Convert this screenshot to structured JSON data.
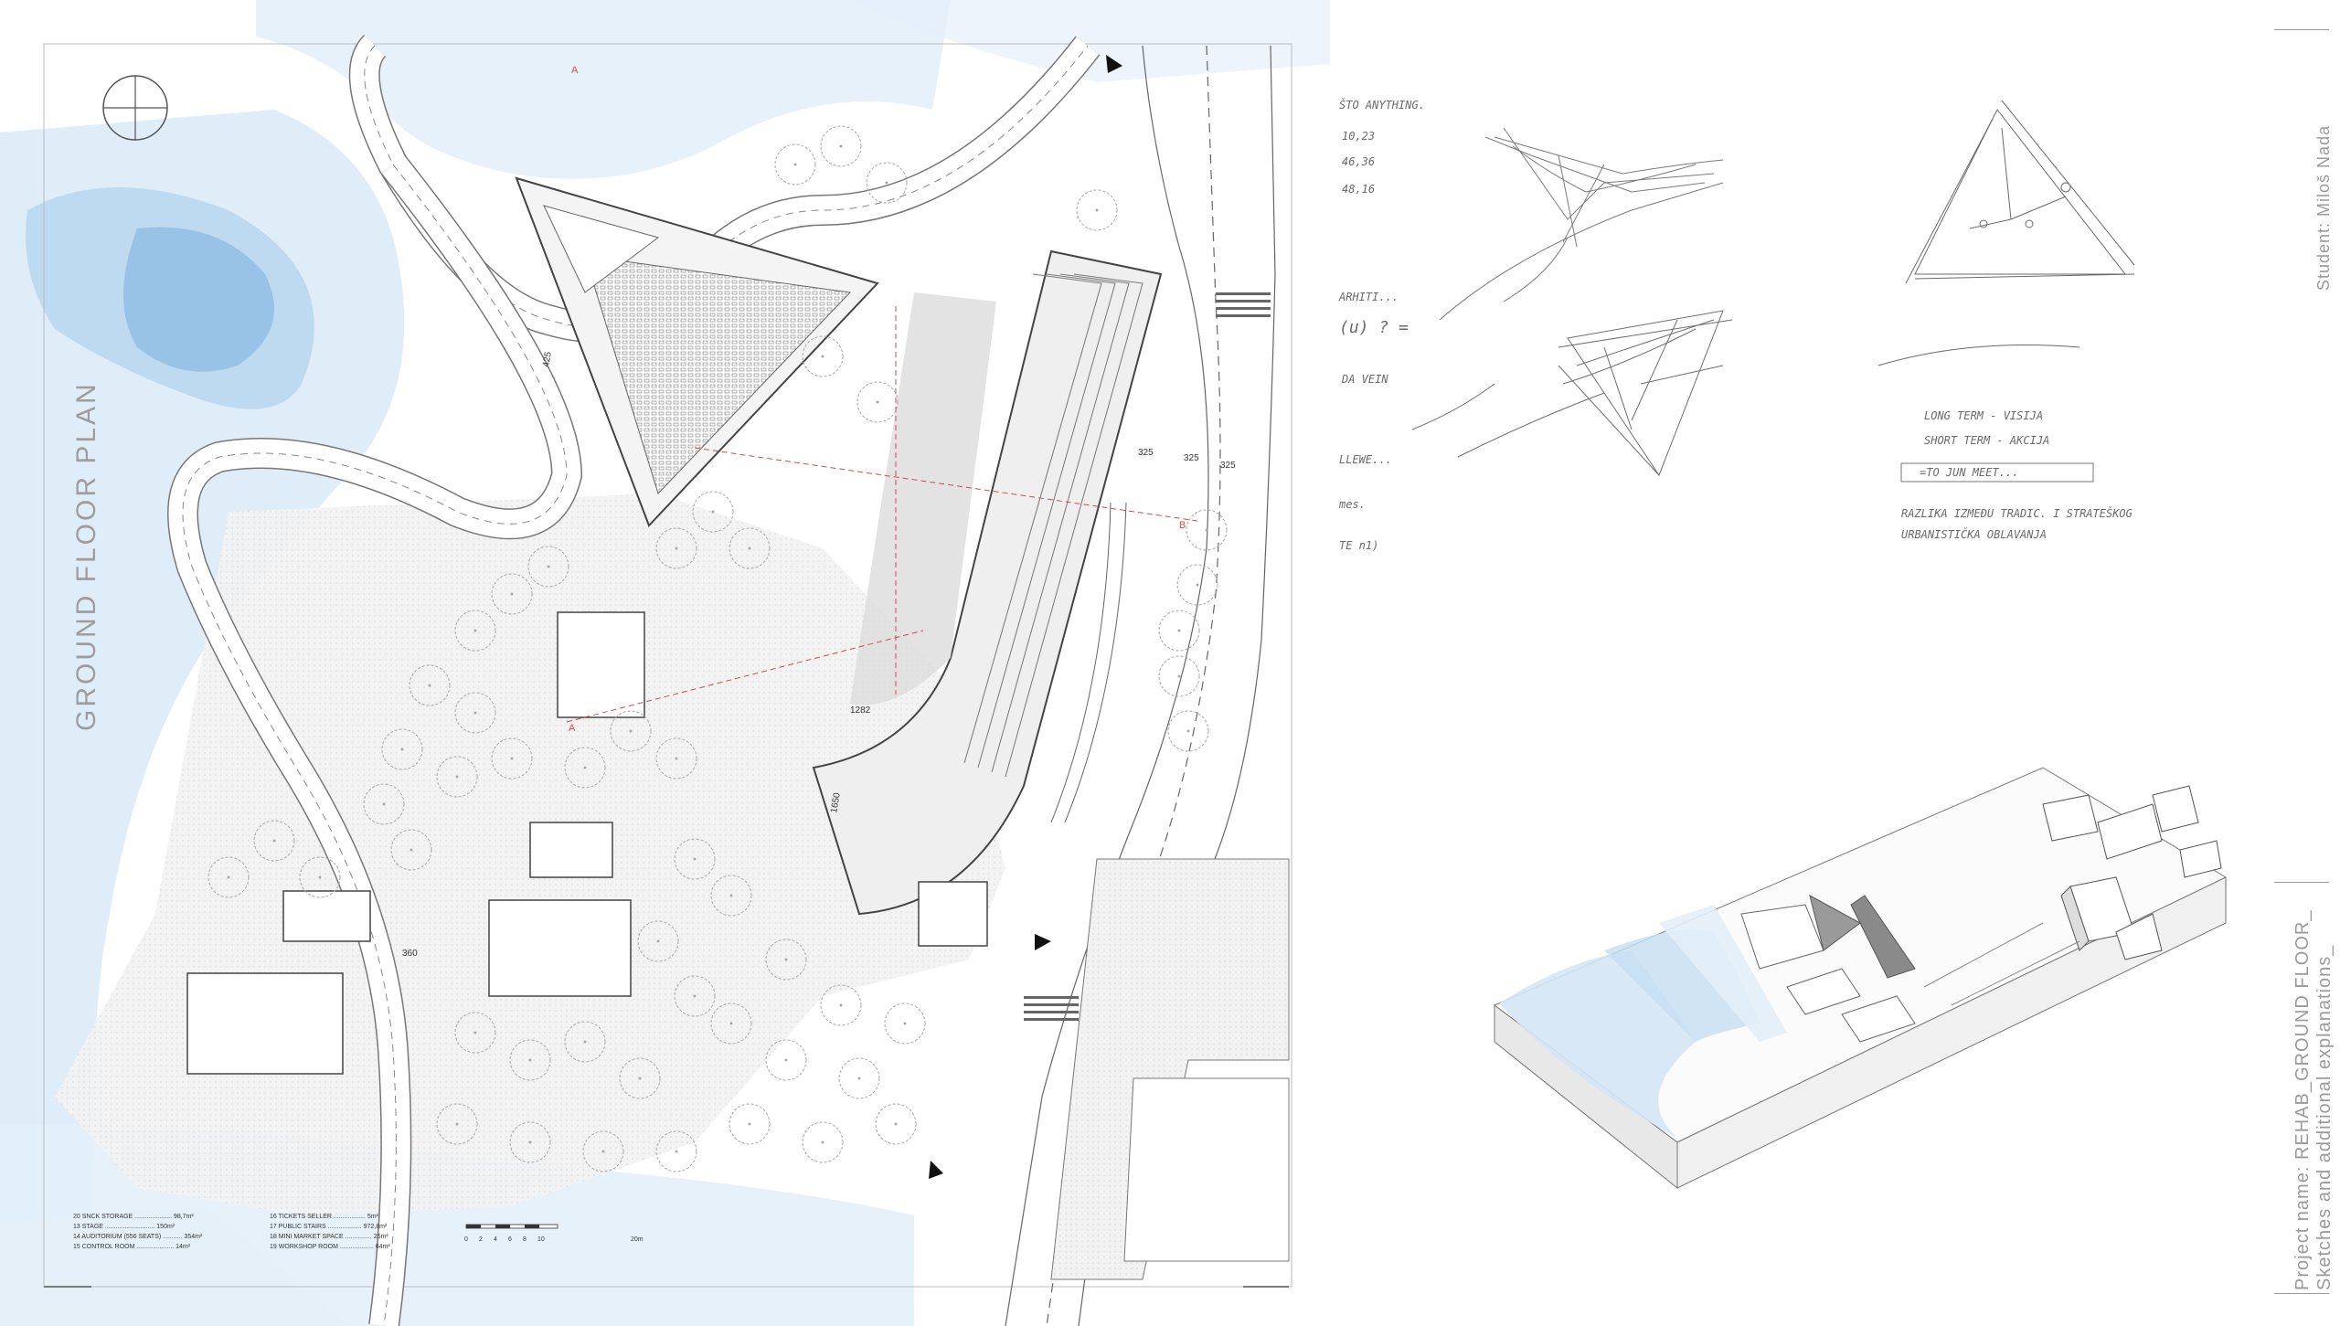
{
  "plan": {
    "title": "GROUND FLOOR PLAN",
    "legend_left": [
      "20 SNCK STORAGE ..................... 98,7m²",
      "13 STAGE ............................ 150m²",
      "14 AUDITORIUM (556 SEATS) ........... 354m²",
      "15 CONTROL ROOM ..................... 14m²"
    ],
    "legend_right": [
      "16 TICKETS SELLER .................. 5m²",
      "17 PUBLIC STAIRS ................... 972,8m²",
      "18 MINI MARKET SPACE ............... 25m²",
      "19 WORKSHOP ROOM ................... 64m²"
    ],
    "scale_ticks": [
      "0",
      "2",
      "4",
      "6",
      "8",
      "10",
      "20m"
    ],
    "dimension_labels": [
      "1282",
      "1650",
      "360",
      "425",
      "325",
      "325",
      "325"
    ],
    "section_marks": [
      "A",
      "A",
      "B"
    ]
  },
  "sketches": {
    "notes_left": [
      "ŠTO ANYTHING.",
      "10,23",
      "46,36",
      "48,16",
      "ARHITI...",
      "(u) ? =",
      "DA VEIN",
      "LLEWE...",
      "mes.",
      "TE n1)"
    ],
    "notes_right": [
      "LONG TERM - VISIJA",
      "SHORT TERM - AKCIJA",
      "=TO JUN MEET...",
      "RAZLIKA IZMEĐU TRADIC. I STRATEŠKOG",
      "URBANISTIČKA OBLAVANJA"
    ]
  },
  "sidebar": {
    "student": "Student: Miloš Nada",
    "project_name": "Project name: REHAB_GROUND FLOOR_",
    "project_sub": "Sketches and additional explanations_"
  },
  "colors": {
    "water_light": "#dcebf7",
    "water_mid": "#b9d6ee",
    "water_deep": "#8fbde3",
    "linework": "#555555",
    "tree": "#9a9a9a",
    "red_line": "#d64a4a"
  }
}
